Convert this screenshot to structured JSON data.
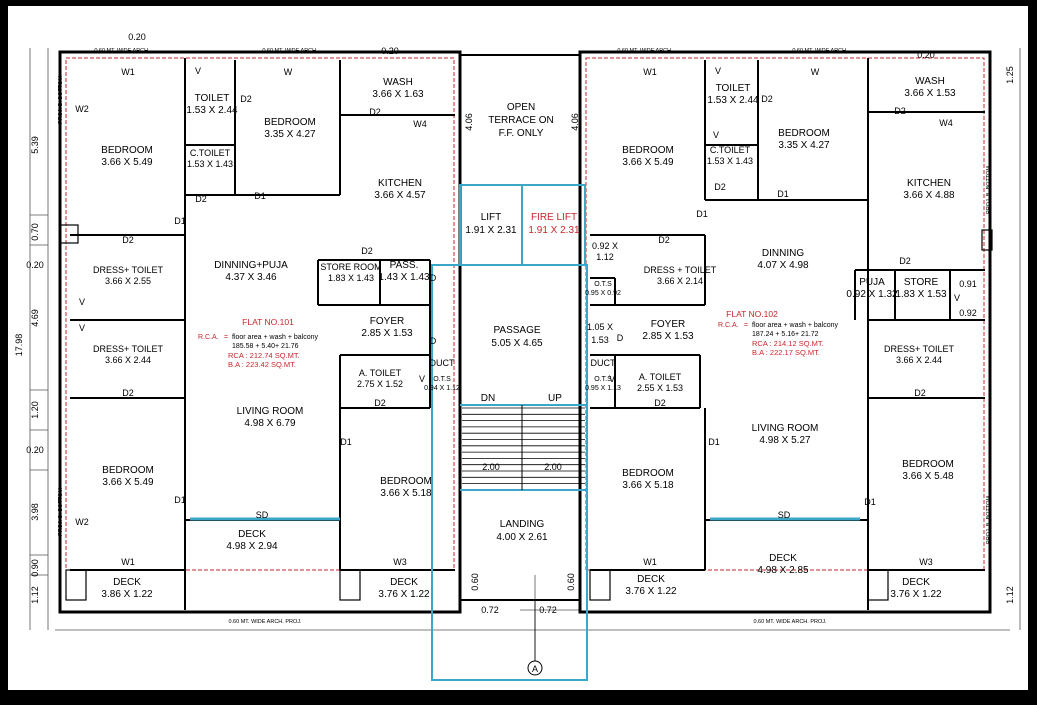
{
  "colors": {
    "background": "#000000",
    "paper": "#ffffff",
    "wall": "#000000",
    "accent_red": "#c8262b",
    "core_blue": "#3aa6c8",
    "dim_grey": "#555555"
  },
  "dimensions": {
    "left": [
      "5.39",
      "0.70",
      "0.20",
      "4.69",
      "1.20",
      "0.20",
      "3.98",
      "0.90",
      "1.12",
      "17.98"
    ],
    "right": [
      "1.25",
      "1.12"
    ],
    "top_left": "0.20",
    "top_mid": "0.20",
    "top_right": "0.20",
    "stair_left": "2.00",
    "stair_right": "2.00",
    "foot_left": "0.72",
    "foot_right": "0.72",
    "bot_vert_left": "0.60",
    "bot_vert_right": "0.60",
    "shaft_left": "4.06",
    "shaft_right": "4.06"
  },
  "projection_notes": {
    "wide_arch": "0.60 MT. WIDE ARCH.",
    "wide_arch_proj": "0.60 MT. WIDE ARCH. PROJ.",
    "proj_bottom": "PROJ. B. BOTTOM"
  },
  "core": {
    "open_terrace": [
      "OPEN",
      "TERRACE ON",
      "F.F. ONLY"
    ],
    "lift": {
      "name": "LIFT",
      "size": "1.91 X 2.31"
    },
    "fire_lift": {
      "name": "FIRE LIFT",
      "size": "1.91 X 2.31"
    },
    "passage": {
      "name": "PASSAGE",
      "size": "5.05 X 4.65"
    },
    "landing": {
      "name": "LANDING",
      "size": "4.00 X 2.61"
    },
    "dn": "DN",
    "up": "UP",
    "duct": "DUCT",
    "section_marker": "A"
  },
  "flat_101": {
    "title": "FLAT NO.101",
    "rca_formula": [
      "R.C.A.",
      "=",
      "floor area + wash + balcony",
      "185.58 + 5.40+ 21.76"
    ],
    "rca": "RCA : 212.74 SQ.MT.",
    "ba": "B.A : 223.42 SQ.MT.",
    "rooms": [
      {
        "name": "BEDROOM",
        "size": "3.66 X 5.49"
      },
      {
        "name": "TOILET",
        "size": "1.53 X 2.44"
      },
      {
        "name": "BEDROOM",
        "size": "3.35 X 4.27"
      },
      {
        "name": "C.TOILET",
        "size": "1.53 X 1.43"
      },
      {
        "name": "WASH",
        "size": "3.66 X 1.63"
      },
      {
        "name": "KITCHEN",
        "size": "3.66 X 4.57"
      },
      {
        "name": "DRESS+ TOILET",
        "size": "3.66 X 2.55"
      },
      {
        "name": "DINNING+PUJA",
        "size": "4.37 X 3.46"
      },
      {
        "name": "STORE ROOM",
        "size": "1.83 X 1.43"
      },
      {
        "name": "PASS.",
        "size": "1.43 X 1.43"
      },
      {
        "name": "FOYER",
        "size": "2.85 X 1.53"
      },
      {
        "name": "DRESS+ TOILET",
        "size": "3.66 X 2.44"
      },
      {
        "name": "A. TOILET",
        "size": "2.75 X 1.52"
      },
      {
        "name": "O.T.S",
        "size": "0.94 X 1.12"
      },
      {
        "name": "LIVING ROOM",
        "size": "4.98 X 6.79"
      },
      {
        "name": "BEDROOM",
        "size": "3.66 X 5.49"
      },
      {
        "name": "BEDROOM",
        "size": "3.66 X 5.18"
      },
      {
        "name": "DECK",
        "size": "4.98 X 2.94"
      },
      {
        "name": "DECK",
        "size": "3.86 X 1.22"
      },
      {
        "name": "DECK",
        "size": "3.76 X 1.22"
      }
    ]
  },
  "flat_102": {
    "title": "FLAT NO.102",
    "rca_formula": [
      "R.C.A.",
      "=",
      "floor area + wash + balcony",
      "187.24 + 5.16+ 21.72"
    ],
    "rca": "RCA : 214.12 SQ.MT.",
    "ba": "B.A : 222.17 SQ.MT.",
    "rooms": [
      {
        "name": "BEDROOM",
        "size": "3.66 X 5.49"
      },
      {
        "name": "TOILET",
        "size": "1.53 X 2.44"
      },
      {
        "name": "BEDROOM",
        "size": "3.35 X 4.27"
      },
      {
        "name": "C.TOILET",
        "size": "1.53 X 1.43"
      },
      {
        "name": "WASH",
        "size": "3.66 X 1.53"
      },
      {
        "name": "KITCHEN",
        "size": "3.66 X 4.88"
      },
      {
        "name": "DRESS + TOILET",
        "size": "3.66 X 2.14"
      },
      {
        "name": "DINNING",
        "size": "4.07 X 4.98"
      },
      {
        "name": "PUJA",
        "size": "0.92 X 1.32"
      },
      {
        "name": "STORE",
        "size": "1.83 X 1.53"
      },
      {
        "name": "FOYER",
        "size": "2.85 X 1.53"
      },
      {
        "name": "DRESS+ TOILET",
        "size": "3.66 X 2.44"
      },
      {
        "name": "A. TOILET",
        "size": "2.55 X 1.53"
      },
      {
        "name": "O.T.S",
        "size": "0.95 X 1.13"
      },
      {
        "name": "O.T.S",
        "size": "0.95 X 0.92"
      },
      {
        "name": "LIVING ROOM",
        "size": "4.98 X 5.27"
      },
      {
        "name": "BEDROOM",
        "size": "3.66 X 5.18"
      },
      {
        "name": "BEDROOM",
        "size": "3.66 X 5.48"
      },
      {
        "name": "DECK",
        "size": "4.98 X 2.85"
      },
      {
        "name": "DECK",
        "size": "3.76 X 1.22"
      },
      {
        "name": "DECK",
        "size": "3.76 X 1.22"
      }
    ],
    "extra_dims": [
      "0.92 X",
      "1.12",
      "1.05 X",
      "1.53",
      "0.91",
      "0.92"
    ]
  },
  "door_tags": [
    "W1",
    "W2",
    "W",
    "W3",
    "W4",
    "D",
    "D1",
    "D2",
    "SD",
    "V"
  ]
}
